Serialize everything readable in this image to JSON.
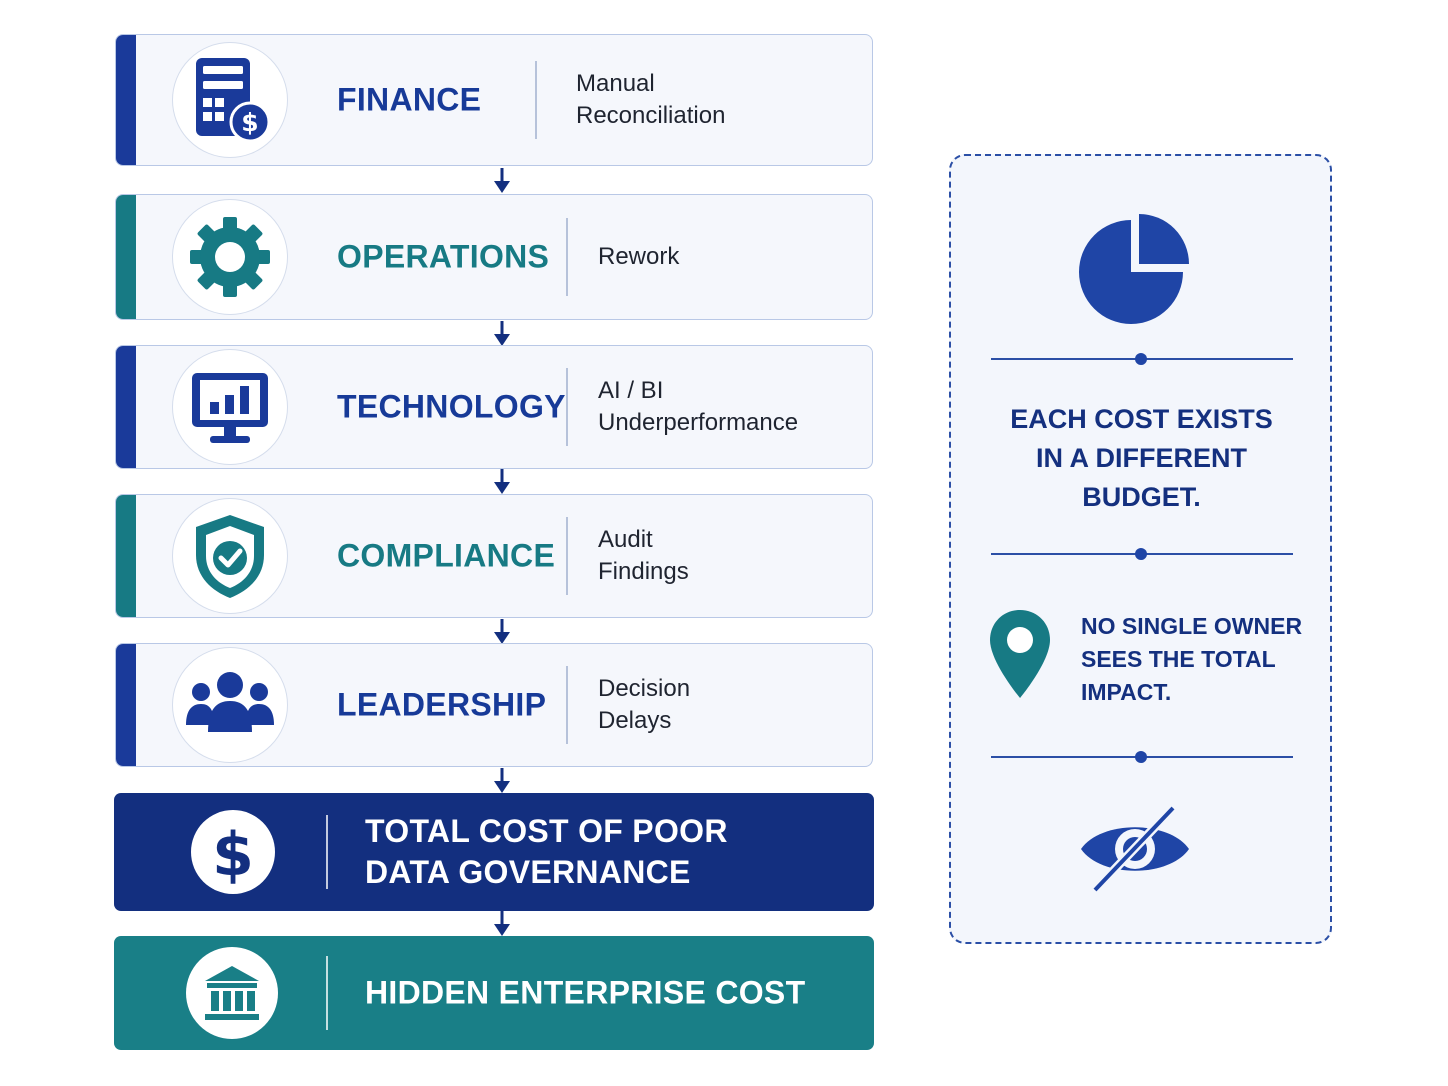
{
  "flow": [
    {
      "department": "FINANCE",
      "description": "Manual\nReconciliation",
      "icon": "calculator-dollar-icon",
      "accent": "#1a3a9a"
    },
    {
      "department": "OPERATIONS",
      "description": "Rework",
      "icon": "gear-icon",
      "accent": "#177a84"
    },
    {
      "department": "TECHNOLOGY",
      "description": "AI / BI\nUnderperformance",
      "icon": "monitor-chart-icon",
      "accent": "#1a3a9a"
    },
    {
      "department": "COMPLIANCE",
      "description": "Audit\nFindings",
      "icon": "shield-check-icon",
      "accent": "#177a84"
    },
    {
      "department": "LEADERSHIP",
      "description": "Decision\nDelays",
      "icon": "people-group-icon",
      "accent": "#1a3a9a"
    }
  ],
  "total": {
    "label": "TOTAL COST OF POOR\nDATA GOVERNANCE",
    "icon": "dollar-icon",
    "color": "#132f7f"
  },
  "hidden": {
    "label": "HIDDEN ENTERPRISE COST",
    "icon": "bank-building-icon",
    "color": "#197f87"
  },
  "side_panel": {
    "message_budget": "EACH COST EXISTS\nIN A DIFFERENT\nBUDGET.",
    "message_owner": "NO SINGLE OWNER\nSEES THE TOTAL\nIMPACT.",
    "icons": [
      "pie-chart-icon",
      "location-pin-icon",
      "eye-slash-icon"
    ]
  },
  "colors": {
    "navy": "#132f7f",
    "blue": "#1a3a9a",
    "teal": "#177a84",
    "border": "#b9c8e6"
  }
}
